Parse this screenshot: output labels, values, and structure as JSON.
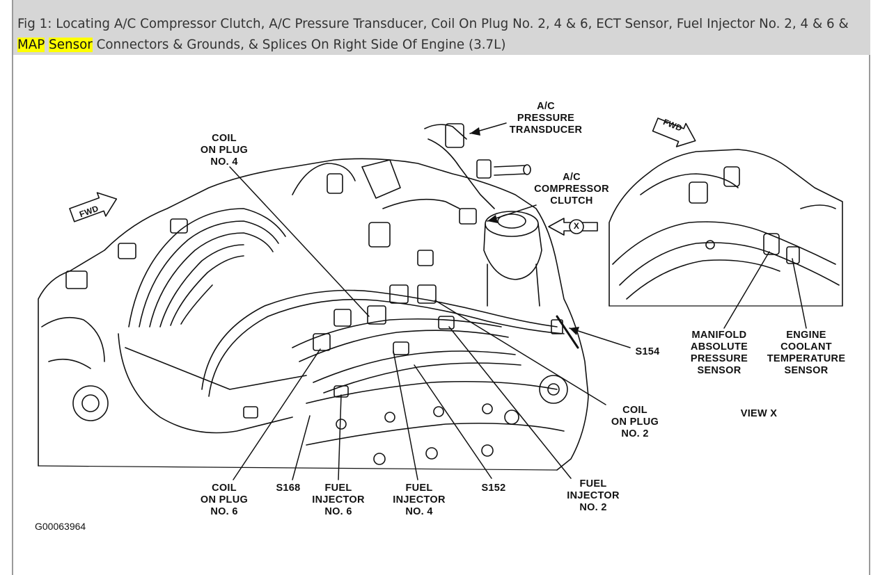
{
  "caption": {
    "prefix": "Fig 1: Locating A/C Compressor Clutch, A/C Pressure Transducer, Coil On Plug No. 2, 4 & 6, ECT Sensor, Fuel Injector No. 2, 4 & 6 & ",
    "highlight_1": "MAP",
    "highlight_2": "Sensor",
    "suffix": " Connectors & Grounds, & Splices On Right Side Of Engine (3.7L)",
    "highlight_color": "#ffff00"
  },
  "labels": {
    "coil4": "COIL\nON PLUG\nNO. 4",
    "ac_pressure": "A/C\nPRESSURE\nTRANSDUCER",
    "ac_compressor": "A/C\nCOMPRESSOR\nCLUTCH",
    "s154": "S154",
    "coil2": "COIL\nON PLUG\nNO. 2",
    "fuel2": "FUEL\nINJECTOR\nNO. 2",
    "s152": "S152",
    "fuel4": "FUEL\nINJECTOR\nNO. 4",
    "fuel6": "FUEL\nINJECTOR\nNO. 6",
    "s168": "S168",
    "coil6": "COIL\nON PLUG\nNO. 6",
    "map": "MANIFOLD\nABSOLUTE\nPRESSURE\nSENSOR",
    "ect": "ENGINE\nCOOLANT\nTEMPERATURE\nSENSOR",
    "view_x": "VIEW X",
    "fwd": "FWD",
    "x_marker": "X"
  },
  "figure_id": "G00063964"
}
